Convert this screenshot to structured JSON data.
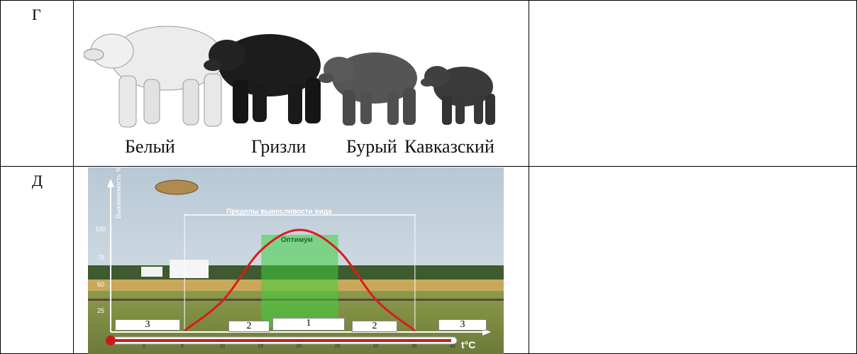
{
  "rows": [
    {
      "letter": "Г"
    },
    {
      "letter": "Д"
    }
  ],
  "bears": {
    "labels": [
      "Белый",
      "Гризли",
      "Бурый",
      "Кавказский"
    ]
  },
  "chart_data": {
    "type": "area",
    "ylabel": "Выживаемость %",
    "xlabel": "t°C",
    "y_ticks": [
      25,
      50,
      75,
      100
    ],
    "x_ticks": [
      0,
      5,
      10,
      15,
      20,
      25,
      30,
      35,
      40
    ],
    "ylim": [
      0,
      100
    ],
    "xlim": [
      0,
      40
    ],
    "annotations": {
      "limits": "Пределы выносливости вида",
      "optimum": "Оптимум"
    },
    "zones": [
      "3",
      "2",
      "1",
      "2",
      "3"
    ],
    "curve": {
      "x": [
        5,
        10,
        15,
        20,
        25,
        30,
        35
      ],
      "y": [
        0,
        30,
        80,
        100,
        80,
        30,
        0
      ]
    }
  }
}
